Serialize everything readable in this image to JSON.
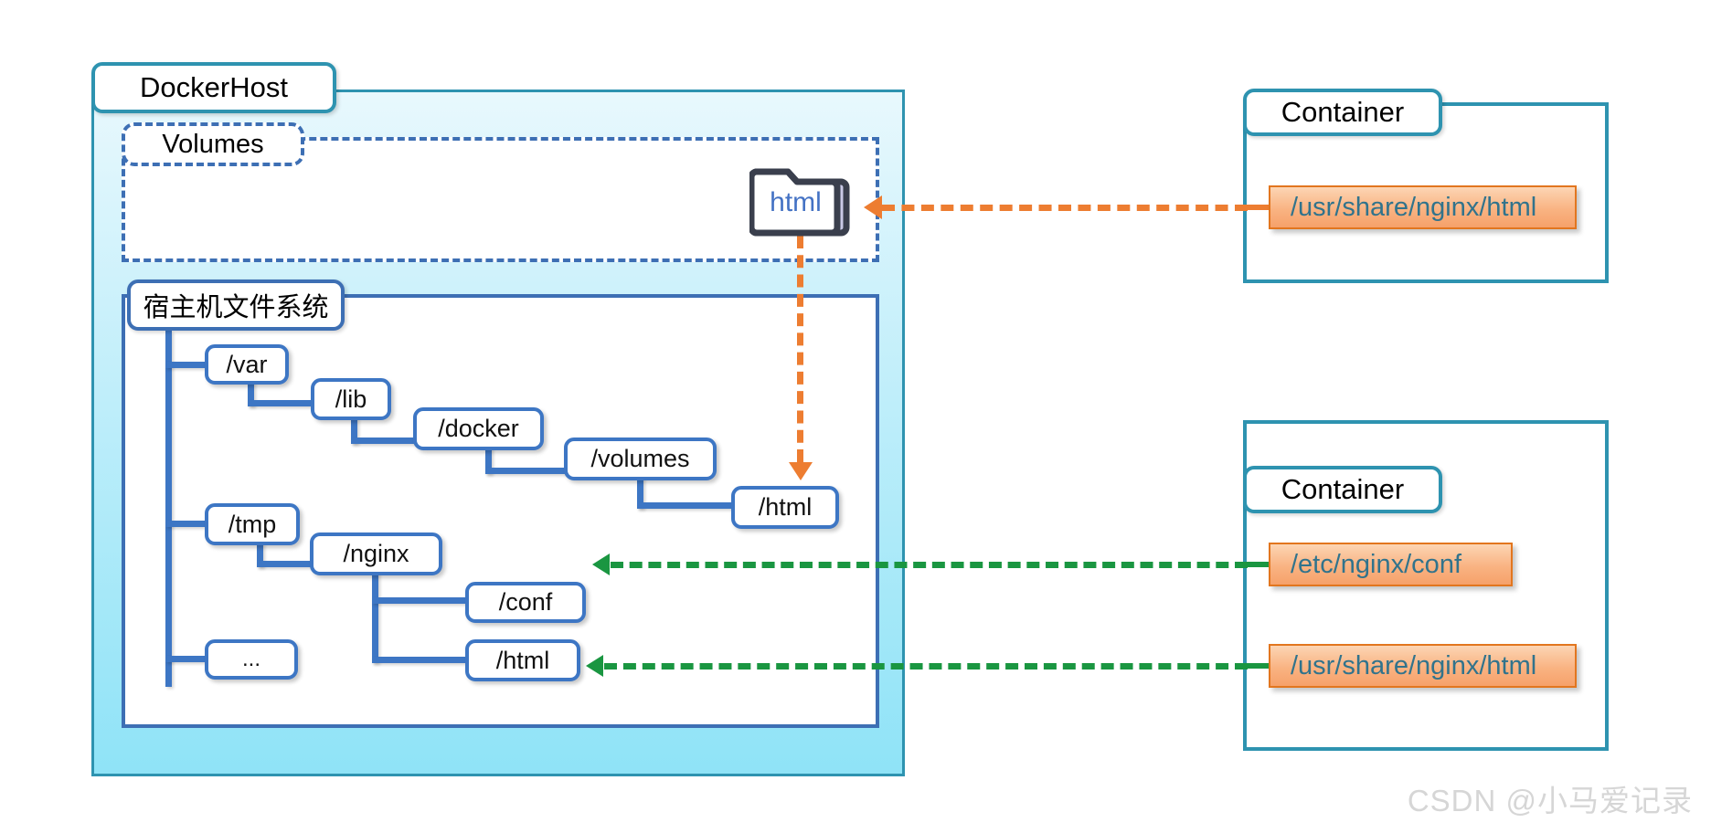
{
  "diagram": {
    "title": "Docker volume mount diagram",
    "watermark": "CSDN @小马爱记录"
  },
  "host": {
    "label": "DockerHost",
    "volumes": {
      "label": "Volumes",
      "folder": {
        "name": "html",
        "icon": "folder-icon"
      }
    },
    "filesystem": {
      "label": "宿主机文件系统",
      "nodes": {
        "var": "/var",
        "lib": "/lib",
        "docker": "/docker",
        "volumes": "/volumes",
        "html": "/html",
        "tmp": "/tmp",
        "nginx": "/nginx",
        "conf": "/conf",
        "nginx_html": "/html",
        "ellipsis": "..."
      }
    }
  },
  "containers": [
    {
      "label": "Container",
      "paths": [
        "/usr/share/nginx/html"
      ]
    },
    {
      "label": "Container",
      "paths": [
        "/etc/nginx/conf",
        "/usr/share/nginx/html"
      ]
    }
  ],
  "colors": {
    "host_border": "#2e93b0",
    "host_fill_top": "#e8f8fd",
    "host_fill_bottom": "#8fe3f7",
    "tree_border": "#3d76c4",
    "volumes_dash": "#3d6fb4",
    "mount_orange": "#ed7d31",
    "mount_green": "#1a9641",
    "chip_fill": "#f9b382",
    "chip_border": "#e2761f",
    "chip_text": "#31738c",
    "folder_text": "#4472c4"
  }
}
